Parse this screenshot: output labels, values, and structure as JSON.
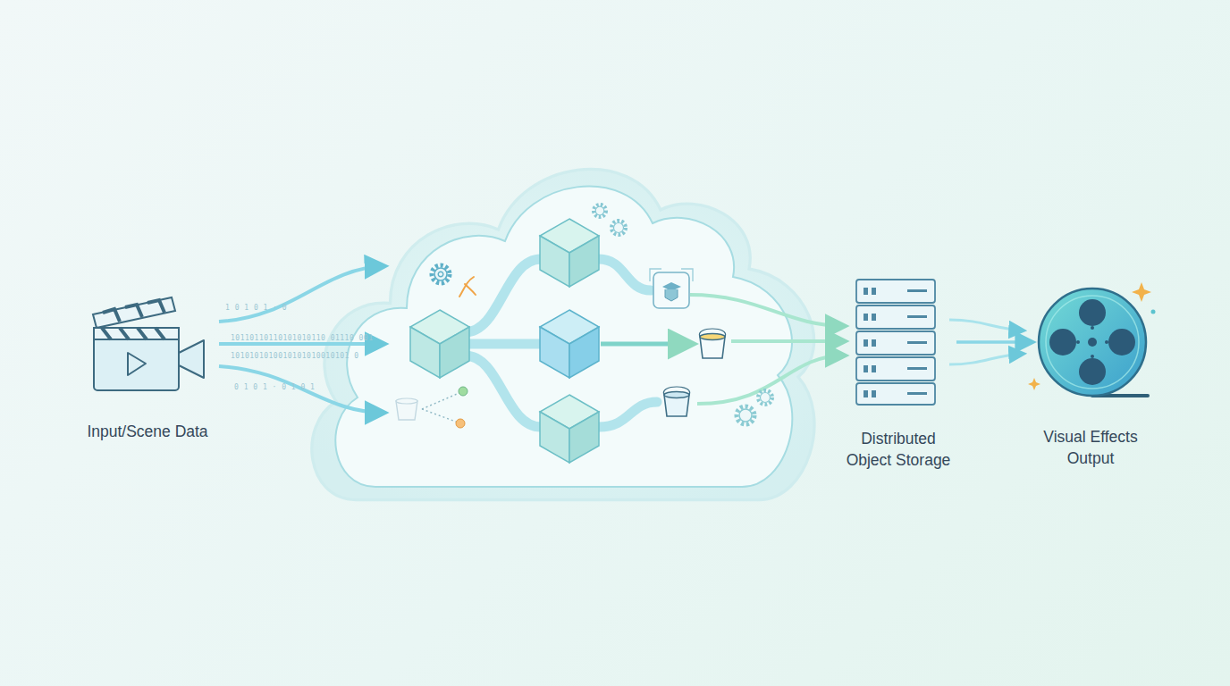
{
  "diagram": {
    "nodes": [
      {
        "text": [
          "Input/Scene Data"
        ]
      },
      {
        "text": [
          "Distributed Object Storage"
        ]
      },
      {
        "text": [
          "Visual Effects Output"
        ]
      }
    ],
    "edges": [
      {
        "from": 1,
        "to": 2,
        "arrow": "to"
      }
    ],
    "labels": [
      "1 0 1 0 1 · 0",
      "10110110110101010110 01110 001",
      "1010101010010101010010101 0",
      "0 1 0 1 · 0 1 0 1"
    ]
  }
}
